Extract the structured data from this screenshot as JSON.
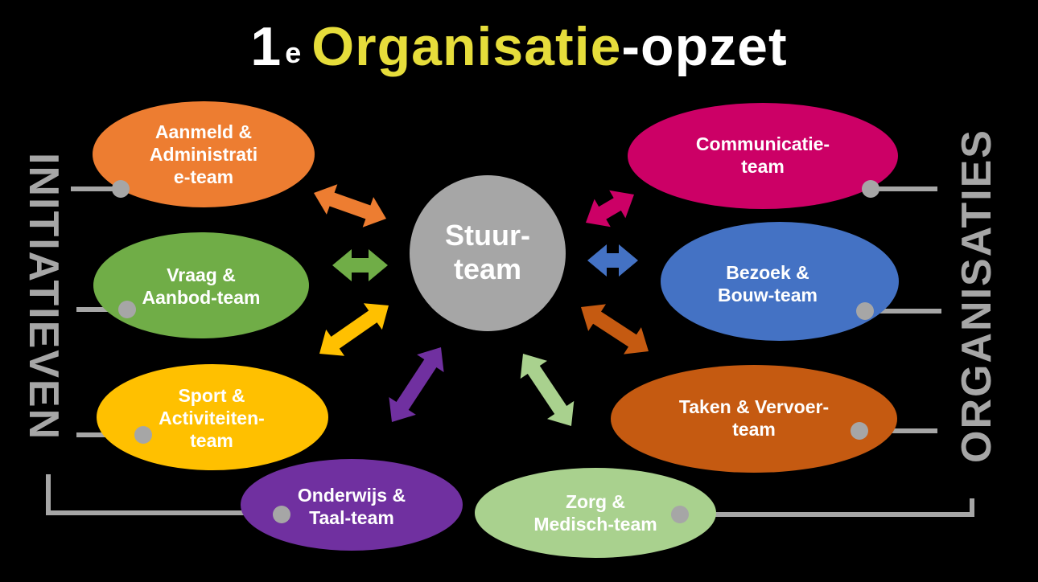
{
  "title": {
    "number": "1",
    "sup": "e",
    "highlight": "Organisatie",
    "rest": "-opzet"
  },
  "side_labels": {
    "left": "INITIATIEVEN",
    "right": "ORGANISATIES"
  },
  "center": {
    "lines": [
      "Stuur-",
      "team"
    ],
    "color": "#a6a6a6"
  },
  "teams": [
    {
      "id": "aanmeld",
      "lines": [
        "Aanmeld &",
        "Administrati",
        "e-team"
      ],
      "color": "#ed7d31"
    },
    {
      "id": "vraag",
      "lines": [
        "Vraag &",
        "Aanbod-team"
      ],
      "color": "#70ad47"
    },
    {
      "id": "sport",
      "lines": [
        "Sport &",
        "Activiteiten-",
        "team"
      ],
      "color": "#ffc000"
    },
    {
      "id": "onderwijs",
      "lines": [
        "Onderwijs &",
        "Taal-team"
      ],
      "color": "#7030a0"
    },
    {
      "id": "communicatie",
      "lines": [
        "Communicatie-",
        "team"
      ],
      "color": "#cc0066"
    },
    {
      "id": "bezoek",
      "lines": [
        "Bezoek &",
        "Bouw-team"
      ],
      "color": "#4472c4"
    },
    {
      "id": "taken",
      "lines": [
        "Taken & Vervoer-",
        "team"
      ],
      "color": "#c55a11"
    },
    {
      "id": "zorg",
      "lines": [
        "Zorg &",
        "Medisch-team"
      ],
      "color": "#a9d18e"
    }
  ],
  "connector_color": "#a6a6a6"
}
